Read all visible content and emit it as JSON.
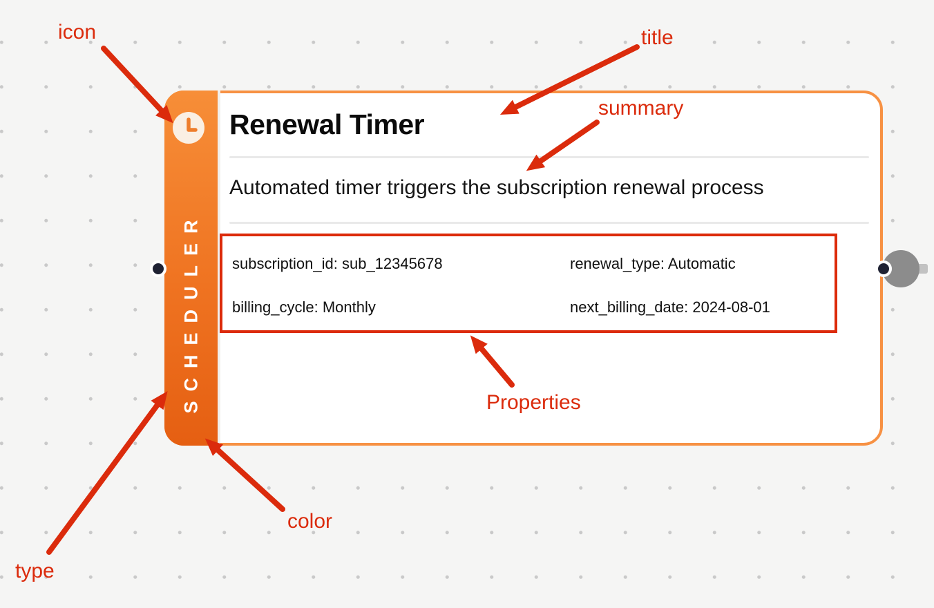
{
  "colors": {
    "node_accent_top": "#F78E38",
    "node_accent_bottom": "#E55F12",
    "node_border": "#F79143",
    "annotation_red": "#DB2B0C",
    "properties_box_red": "#DC2B0B",
    "handle_navy": "#1F2233",
    "handle_gray": "#8C8C8C",
    "canvas_bg": "#F5F5F4",
    "icon_circle_bg": "#FAEFE3"
  },
  "node": {
    "type_label": "SCHEDULER",
    "icon": "clock-icon",
    "title": "Renewal Timer",
    "summary": "Automated timer triggers the subscription renewal process",
    "properties": [
      "subscription_id: sub_12345678",
      "renewal_type: Automatic",
      "billing_cycle: Monthly",
      "next_billing_date: 2024-08-01"
    ]
  },
  "annotations": {
    "icon": "icon",
    "title": "title",
    "summary": "summary",
    "properties": "Properties",
    "color": "color",
    "type": "type"
  }
}
